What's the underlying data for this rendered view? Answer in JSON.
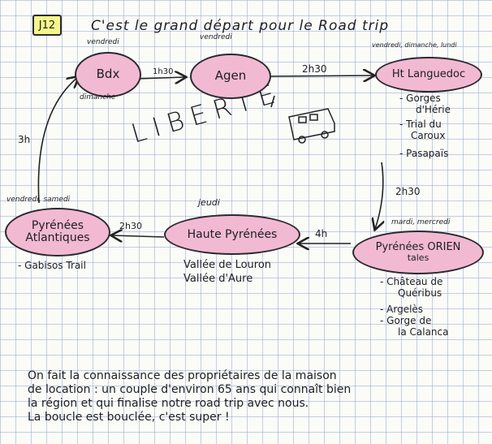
{
  "header": {
    "day_box": "J12",
    "title": "C'est le grand départ pour le Road trip"
  },
  "nodes": {
    "bdx": {
      "label": "Bdx",
      "day_top": "vendredi",
      "day_bottom": "dimanche"
    },
    "agen": {
      "label": "Agen",
      "day_top": "vendredi"
    },
    "ht_languedoc": {
      "label": "Ht Languedoc",
      "day_top": "vendredi, dimanche, lundi",
      "list": [
        "- Gorges",
        "d'Hérie",
        "- Trial du",
        "Caroux",
        "- Pasapaïs"
      ]
    },
    "pyrenees_orientales": {
      "label_1": "Pyrénées ORIEN",
      "label_2": "tales",
      "day_top": "mardi, mercredi",
      "list": [
        "- Château de",
        "Quéribus",
        "- Argelès",
        "- Gorge de",
        "la Calanca"
      ]
    },
    "hautes_pyrenees": {
      "label": "Haute Pyrénées",
      "day_top": "jeudi",
      "list": [
        "Vallée de Louron",
        "Vallée d'Aure"
      ]
    },
    "pyrenees_atlantiques": {
      "label_1": "Pyrénées",
      "label_2": "Atlantiques",
      "day_top": "vendredi, samedi",
      "list": [
        "- Gabisos Trail"
      ]
    }
  },
  "durations": {
    "bdx_agen": "1h30",
    "agen_ht": "2h30",
    "ht_po": "2h30",
    "po_hp": "4h",
    "hp_pa": "2h30",
    "pa_bdx": "3h"
  },
  "center_text": "LIBERTÉ",
  "bottom_lines": [
    "On fait la connaissance des propriétaires de la maison",
    "de location : un couple d'environ 65 ans qui connaît bien",
    "la région et qui finalise notre road trip avec nous.",
    "La boucle est bouclée, c'est super !"
  ],
  "colors": {
    "bubble_fill": "#f2b9d3",
    "highlight_box": "#f4f58a",
    "ink": "#1e1e24"
  }
}
